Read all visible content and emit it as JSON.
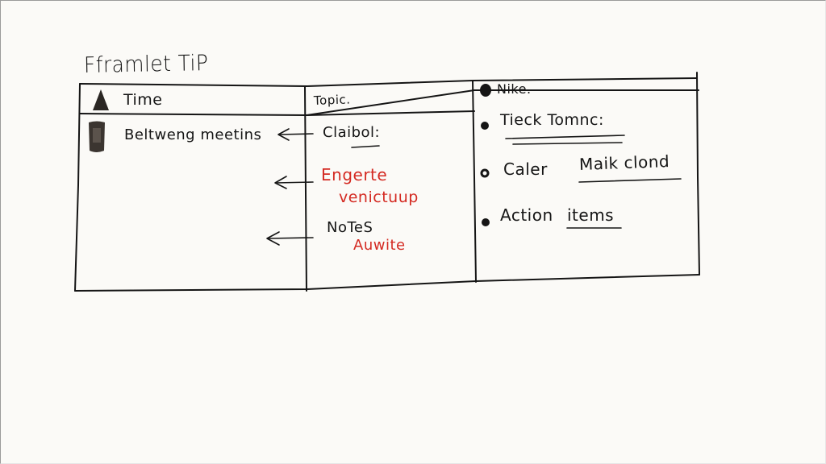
{
  "title": "Fframlet TiP",
  "colors": {
    "ink": "#151515",
    "accent_red": "#d42a22",
    "paper": "#fbfaf7"
  },
  "table": {
    "columns": [
      {
        "header": "Time",
        "icon": "triangle-marker-icon"
      },
      {
        "header": "Topic.",
        "icon": null
      },
      {
        "header": "Nike.",
        "icon": "filled-dot-icon"
      }
    ],
    "time_column": {
      "entry": {
        "label": "Beltweng meetins",
        "icon": "mug-icon"
      }
    },
    "topic_column": {
      "items": [
        {
          "label": "Claibol:",
          "color": "ink",
          "underlined": true,
          "arrow": "left-arrow"
        },
        {
          "label_line1": "Engerte",
          "label_line2": "venictuup",
          "color": "accent_red",
          "arrow": "left-arrow"
        },
        {
          "label_line1": "NoTeS",
          "label_line2": "Auwite",
          "line2_color": "accent_red",
          "arrow": "left-arrow"
        }
      ]
    },
    "notes_column": {
      "bullets": [
        {
          "label": "Tieck Tomnc:",
          "underlined": "double"
        },
        {
          "label_plain": "Caler",
          "label_underlined": "Maik clond"
        },
        {
          "label_plain": "Action",
          "label_underlined": "items"
        }
      ]
    }
  }
}
